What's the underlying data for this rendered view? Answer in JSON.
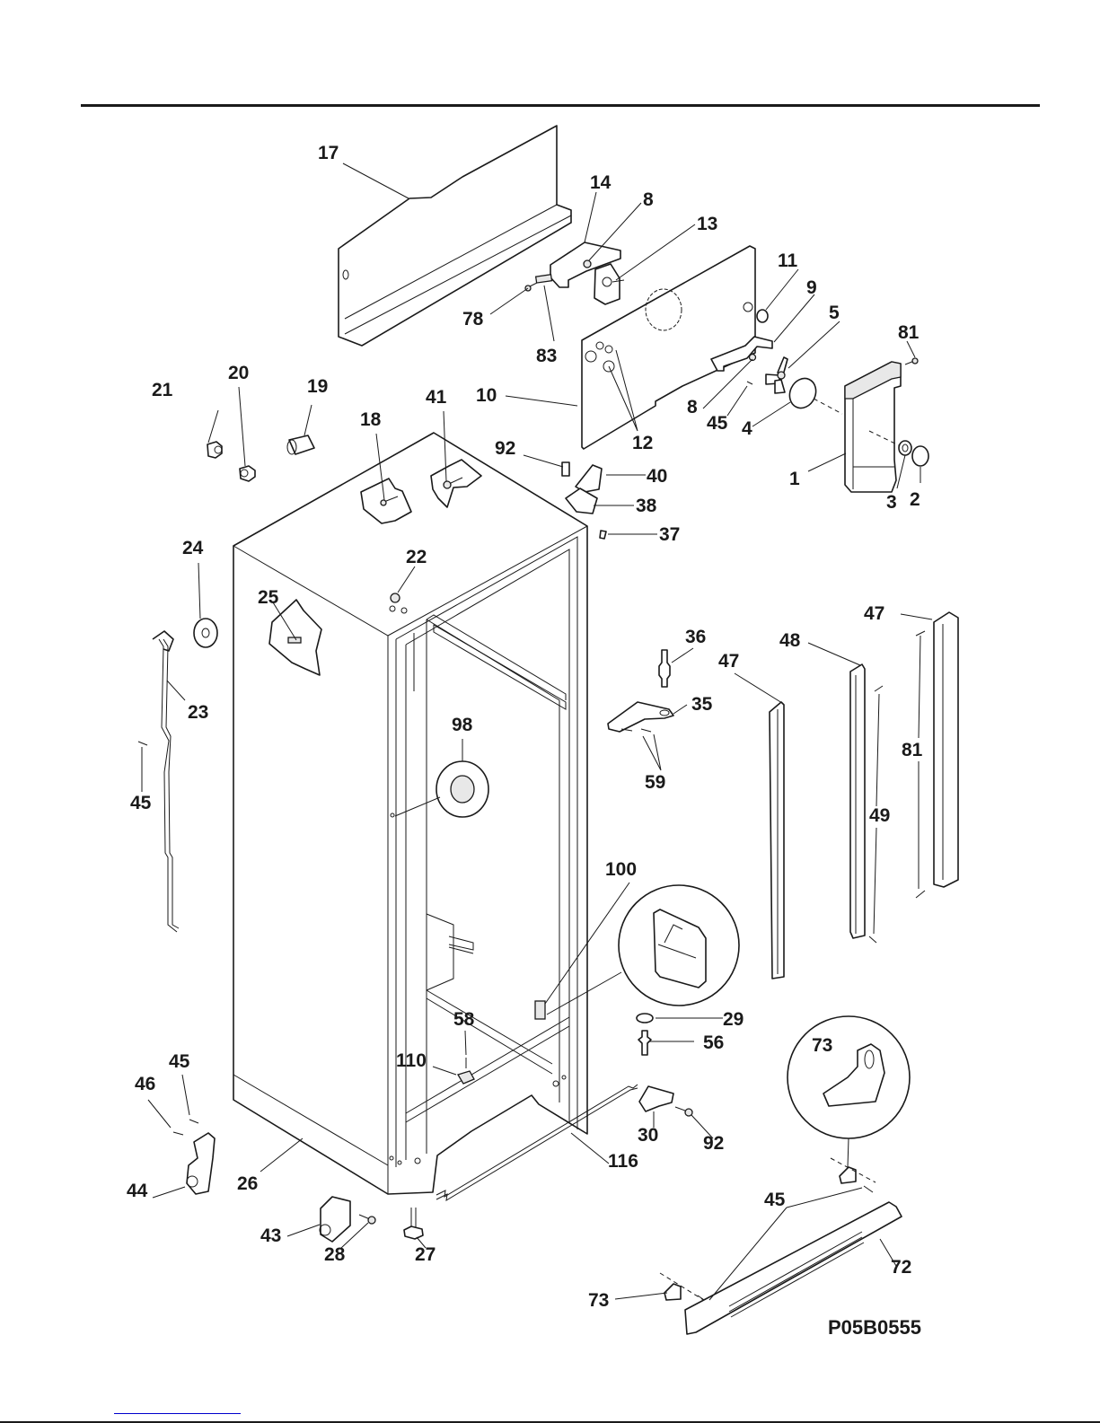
{
  "document": {
    "type": "exploded-parts-diagram",
    "subject": "refrigerator cabinet",
    "drawing_code": "P05B0555"
  },
  "callouts": {
    "c17": "17",
    "c14": "14",
    "c8a": "8",
    "c13": "13",
    "c11": "11",
    "c9": "9",
    "c5": "5",
    "c81a": "81",
    "c78": "78",
    "c83": "83",
    "c10": "10",
    "c12": "12",
    "c8b": "8",
    "c45a": "45",
    "c4": "4",
    "c1": "1",
    "c3": "3",
    "c2": "2",
    "c21": "21",
    "c20": "20",
    "c19": "19",
    "c18": "18",
    "c41": "41",
    "c92a": "92",
    "c40": "40",
    "c38": "38",
    "c37": "37",
    "c24": "24",
    "c22": "22",
    "c25": "25",
    "c23": "23",
    "c45b": "45",
    "c98": "98",
    "c36": "36",
    "c35": "35",
    "c59": "59",
    "c47a": "47",
    "c48": "48",
    "c47b": "47",
    "c49": "49",
    "c81b": "81",
    "c100": "100",
    "c29": "29",
    "c56": "56",
    "c58": "58",
    "c110": "110",
    "c45c": "45",
    "c46": "46",
    "c44": "44",
    "c26": "26",
    "c30": "30",
    "c92b": "92",
    "c116": "116",
    "c73a": "73",
    "c43": "43",
    "c28": "28",
    "c27": "27",
    "c45d": "45",
    "c72": "72",
    "c73b": "73"
  }
}
